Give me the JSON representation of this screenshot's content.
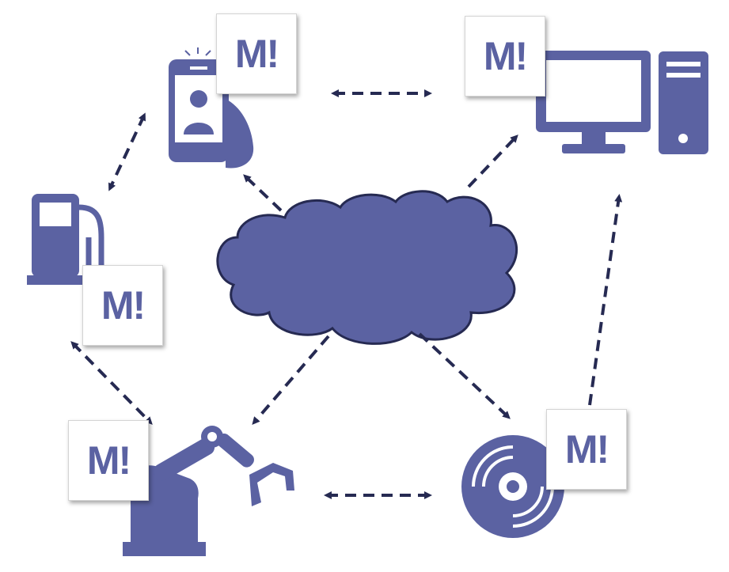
{
  "diagram": {
    "badge_text": "M!",
    "colors": {
      "icon": "#5b62a2",
      "arrow": "#262a52",
      "cloud_stroke": "#262a52"
    },
    "nodes": [
      {
        "id": "smartphone",
        "icon": "smartphone-user-icon"
      },
      {
        "id": "desktop",
        "icon": "desktop-computer-icon"
      },
      {
        "id": "fuel-pump",
        "icon": "fuel-pump-icon"
      },
      {
        "id": "robot-arm",
        "icon": "robot-arm-icon"
      },
      {
        "id": "disc",
        "icon": "disc-icon"
      },
      {
        "id": "cloud",
        "icon": "cloud-icon"
      }
    ]
  }
}
